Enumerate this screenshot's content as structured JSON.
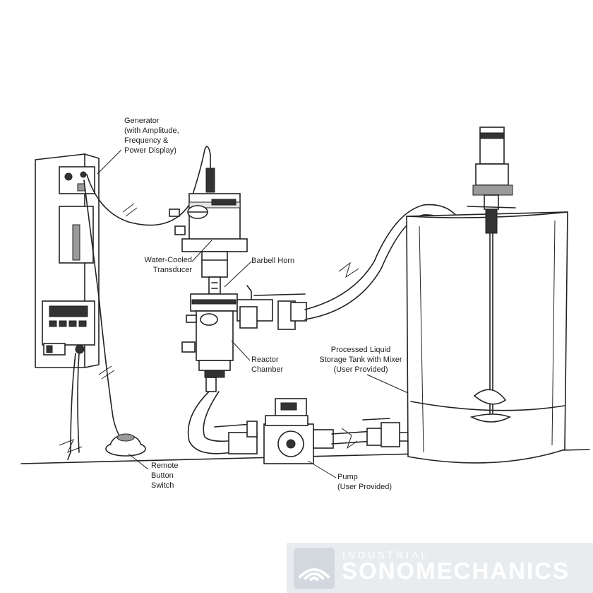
{
  "labels": {
    "generator": "Generator\n(with Amplitude,\nFrequency &\nPower Display)",
    "transducer": "Water-Cooled\nTransducer",
    "horn": "Barbell Horn",
    "reactor": "Reactor\nChamber",
    "tank": "Processed Liquid\nStorage Tank with Mixer\n(User Provided)",
    "remote": "Remote\nButton\nSwitch",
    "pump": "Pump\n(User Provided)"
  },
  "logo": {
    "line1": "INDUSTRIAL",
    "line2": "SONOMECHANICS",
    "band_color": "#e9ecef",
    "text_color": "#ffffff"
  }
}
